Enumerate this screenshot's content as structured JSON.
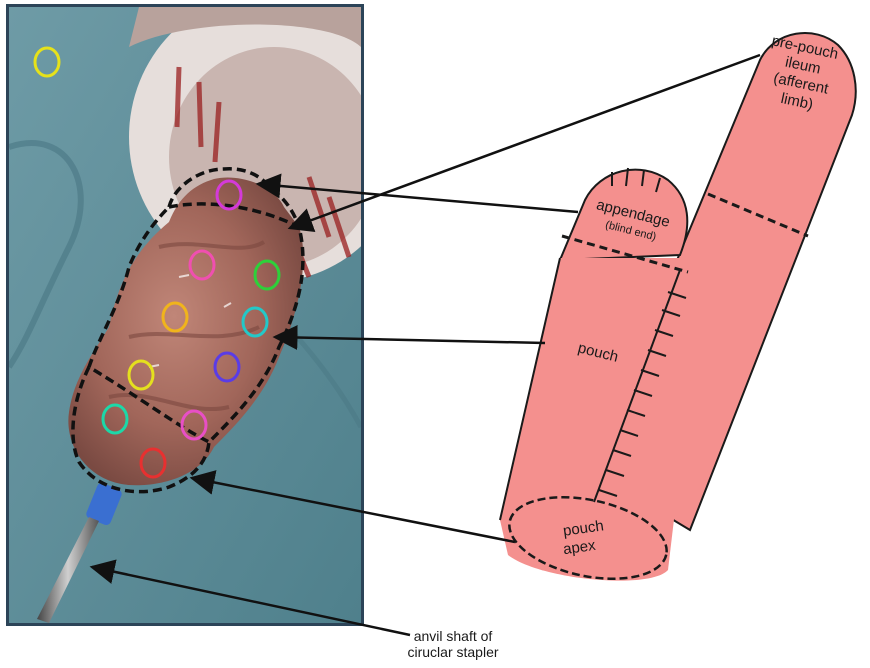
{
  "labels": {
    "pre_pouch": [
      "pre-pouch",
      "ileum",
      "(afferent",
      "limb)"
    ],
    "appendage": "appendage",
    "appendage_sub": "(blind end)",
    "pouch": "pouch",
    "pouch_apex": [
      "pouch",
      "apex"
    ],
    "anvil_caption": [
      "anvil shaft of",
      "ciruclar stapler"
    ]
  },
  "colors": {
    "diagram_fill": "#f4908e",
    "outline": "#1a1a1a",
    "drape": "#5f8f9c",
    "tissue": "#a66a5e"
  },
  "markers": [
    {
      "name": "marker-yellow-corner",
      "color": "#e6e21a"
    },
    {
      "name": "marker-magenta-top",
      "color": "#d43ad8"
    },
    {
      "name": "marker-pink-upper",
      "color": "#f04fb0"
    },
    {
      "name": "marker-green",
      "color": "#2ed03a"
    },
    {
      "name": "marker-orange",
      "color": "#f0b41c"
    },
    {
      "name": "marker-cyan",
      "color": "#23c8c8"
    },
    {
      "name": "marker-yellow-middle",
      "color": "#e4e01e"
    },
    {
      "name": "marker-purple",
      "color": "#5a3ce6"
    },
    {
      "name": "marker-teal",
      "color": "#1cd8a8"
    },
    {
      "name": "marker-pink-lower",
      "color": "#e84fc6"
    },
    {
      "name": "marker-red",
      "color": "#e83030"
    }
  ]
}
